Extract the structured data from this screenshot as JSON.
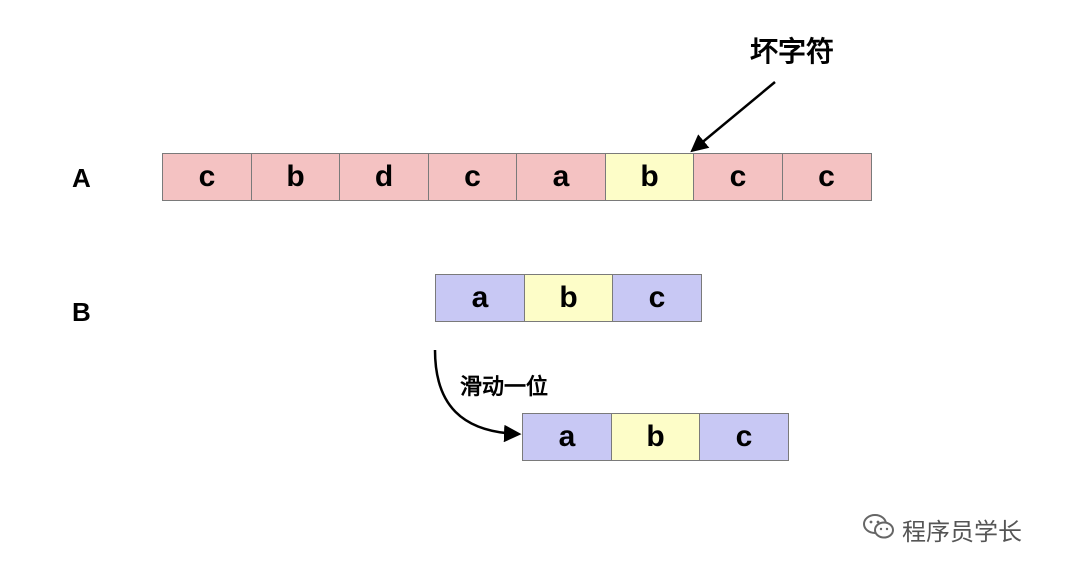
{
  "rows": {
    "a": {
      "label": "A",
      "cells": [
        {
          "char": "c",
          "color": "#f4c2c2"
        },
        {
          "char": "b",
          "color": "#f4c2c2"
        },
        {
          "char": "d",
          "color": "#f4c2c2"
        },
        {
          "char": "c",
          "color": "#f4c2c2"
        },
        {
          "char": "a",
          "color": "#f4c2c2"
        },
        {
          "char": "b",
          "color": "#fdfdc8"
        },
        {
          "char": "c",
          "color": "#f4c2c2"
        },
        {
          "char": "c",
          "color": "#f4c2c2"
        }
      ]
    },
    "b": {
      "label": "B",
      "cells": [
        {
          "char": "a",
          "color": "#c8c8f4"
        },
        {
          "char": "b",
          "color": "#fdfdc8"
        },
        {
          "char": "c",
          "color": "#c8c8f4"
        }
      ]
    },
    "b_shifted": {
      "cells": [
        {
          "char": "a",
          "color": "#c8c8f4"
        },
        {
          "char": "b",
          "color": "#fdfdc8"
        },
        {
          "char": "c",
          "color": "#c8c8f4"
        }
      ]
    }
  },
  "annotations": {
    "bad_char": "坏字符",
    "shift": "滑动一位"
  },
  "watermark": {
    "icon": "wechat-icon",
    "text": "程序员学长"
  }
}
